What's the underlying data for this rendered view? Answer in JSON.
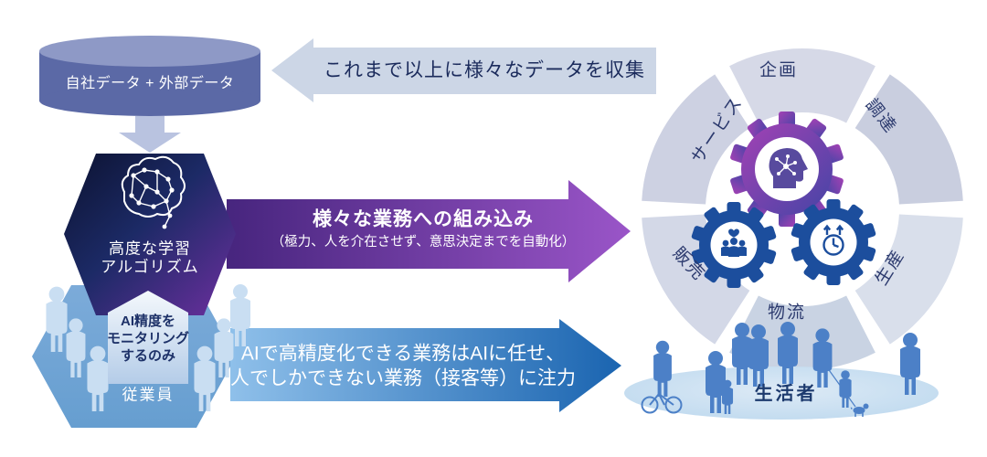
{
  "diagram": {
    "data_cylinder": {
      "label": "自社データ + 外部データ",
      "icon": "database-cylinder-icon"
    },
    "collect_arrow": {
      "label": "これまで以上に様々なデータを収集"
    },
    "algorithm_hexagon": {
      "line1": "高度な学習",
      "line2": "アルゴリズム",
      "icon": "brain-circuit-icon"
    },
    "integration_arrow": {
      "title": "様々な業務への組み込み",
      "subtitle": "（極力、人を介在させず、意思決定までを自動化）"
    },
    "division_arrow": {
      "line1": "AIで高精度化できる業務はAIに任せ、",
      "line2": "人でしかできない業務（接客等）に注力"
    },
    "monitoring_banner": {
      "line1": "AI精度を",
      "line2": "モニタリング",
      "line3": "するのみ"
    },
    "employees": {
      "label": "従業員"
    },
    "business_cycle": {
      "segments": [
        "企画",
        "調達",
        "生産",
        "物流",
        "販売",
        "サービス"
      ],
      "gears": [
        "brain-head-gear-icon",
        "people-heart-gear-icon",
        "clock-gear-icon"
      ]
    },
    "consumers": {
      "label": "生活者"
    },
    "colors": {
      "cylinder": "#5b69a6",
      "cylinder_top": "#8e99c6",
      "collect_arrow": "#ccd6e6",
      "hexagon_navy": "#0d1434",
      "hexagon_purple": "#6d2f9f",
      "integration_from": "#47257e",
      "integration_to": "#9a55c8",
      "division_from": "#8fc0ea",
      "division_to": "#1a64b0",
      "employee_hexagon": "#72a5d5",
      "silhouette_light": "#c9def2",
      "silhouette_blue": "#4c80c7",
      "ring_segment": "#d3d7e5",
      "gear_purple": "#8b3fae",
      "gear_blue": "#1c4e9d",
      "text_navy": "#233a72"
    }
  }
}
